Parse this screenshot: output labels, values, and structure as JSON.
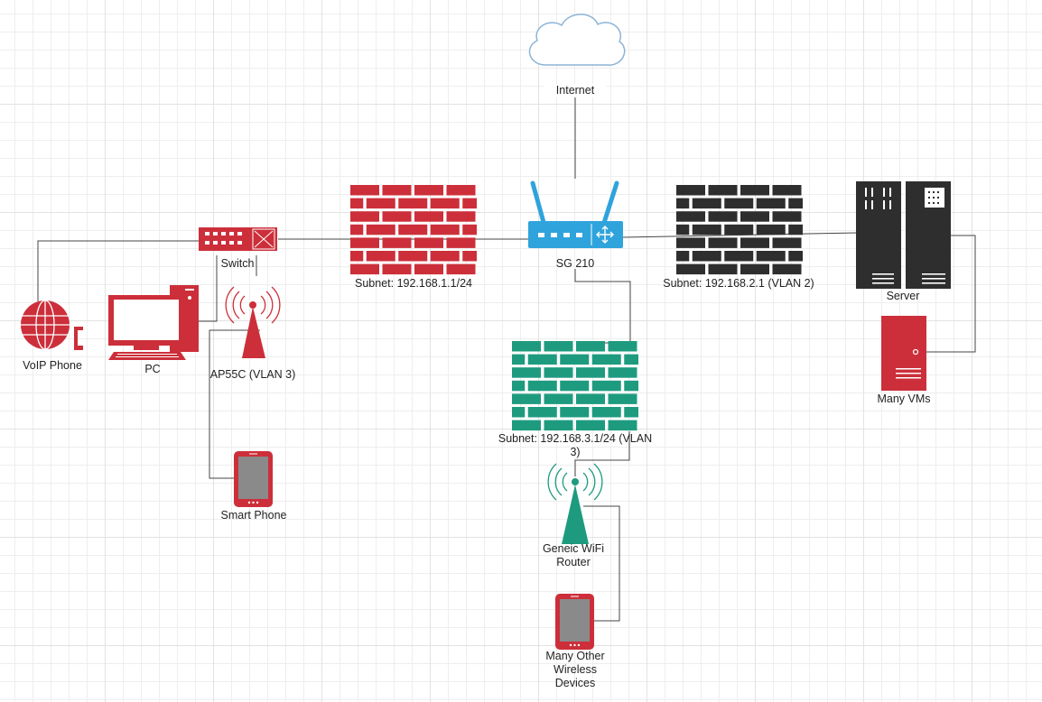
{
  "colors": {
    "red": "#cc2f3a",
    "blue": "#2fa3dc",
    "dark": "#2e2e2e",
    "teal": "#1e9b7f",
    "cloud_stroke": "#8cb4d6",
    "line": "#444444"
  },
  "nodes": {
    "internet": {
      "label": "Internet",
      "icon": "cloud-icon"
    },
    "router": {
      "label": "SG 210",
      "icon": "router-icon"
    },
    "firewall_red": {
      "label": "Subnet: 192.168.1.1/24",
      "icon": "brick-firewall-icon"
    },
    "firewall_dark": {
      "label": "Subnet: 192.168.2.1 (VLAN 2)",
      "icon": "brick-firewall-icon"
    },
    "firewall_teal": {
      "label": "Subnet: 192.168.3.1/24 (VLAN 3)",
      "icon": "brick-firewall-icon"
    },
    "switch": {
      "label": "Switch",
      "icon": "network-switch-icon"
    },
    "voip": {
      "label": "VoIP Phone",
      "icon": "voip-phone-icon"
    },
    "pc": {
      "label": "PC",
      "icon": "desktop-pc-icon"
    },
    "ap55c": {
      "label": "AP55C (VLAN 3)",
      "icon": "wireless-access-point-icon"
    },
    "smartphone": {
      "label": "Smart Phone",
      "icon": "mobile-device-icon"
    },
    "server": {
      "label": "Server",
      "icon": "server-rack-icon"
    },
    "vms": {
      "label": "Many VMs",
      "icon": "tower-server-icon"
    },
    "wifi_router": {
      "label": "Geneic WiFi Router",
      "icon": "wireless-access-point-icon"
    },
    "wireless_devices": {
      "label": "Many Other Wireless Devices",
      "icon": "mobile-device-icon"
    }
  }
}
